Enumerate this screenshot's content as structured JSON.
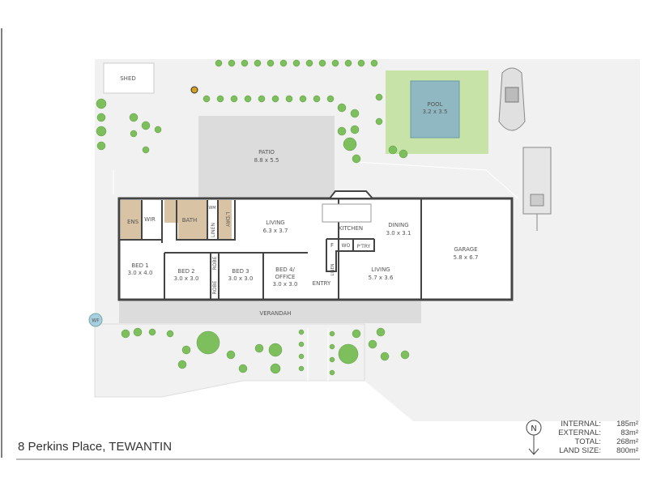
{
  "address": "8 Perkins Place, TEWANTIN",
  "rooms": {
    "shed": "SHED",
    "patio": {
      "name": "PATIO",
      "size": "8.8 x 5.5"
    },
    "pool": {
      "name": "POOL",
      "size": "3.2 x 3.5"
    },
    "living1": {
      "name": "LIVING",
      "size": "6.3 x 3.7"
    },
    "kitchen": "KITCHEN",
    "dining": {
      "name": "DINING",
      "size": "3.0 x 3.1"
    },
    "garage": {
      "name": "GARAGE",
      "size": "5.8 x 6.7"
    },
    "bed1": {
      "name": "BED 1",
      "size": "3.0 x 4.0"
    },
    "bed2": {
      "name": "BED 2",
      "size": "3.0 x 3.0"
    },
    "bed3": {
      "name": "BED 3",
      "size": "3.0 x 3.0"
    },
    "bed4": {
      "name": "BED 4/",
      "name2": "OFFICE",
      "size": "3.0 x 3.0"
    },
    "living2": {
      "name": "LIVING",
      "size": "5.7 x 3.6"
    },
    "entry": "ENTRY",
    "verandah": "VERANDAH",
    "ens": "ENS",
    "wir": "WIR",
    "bath": "BATH",
    "wm": "WM",
    "linen": "LINEN",
    "laundry": "L'DRY",
    "robe": "ROBE",
    "fridge": "F",
    "wo": "WO",
    "pantry": "P'TRY",
    "wf": "WF"
  },
  "compass": "N",
  "areas": [
    {
      "label": "INTERNAL:",
      "value": "185m²"
    },
    {
      "label": "EXTERNAL:",
      "value": "83m²"
    },
    {
      "label": "TOTAL:",
      "value": "268m²"
    },
    {
      "label": "LAND SIZE:",
      "value": "800m²"
    }
  ],
  "colors": {
    "wet_area": "#d8c3a5",
    "grass": "#c8e3a8",
    "tree": "#7dbf5c",
    "pool": "#8fb8c2",
    "paving": "#dcdcdc",
    "lot": "#f1f1f1"
  }
}
